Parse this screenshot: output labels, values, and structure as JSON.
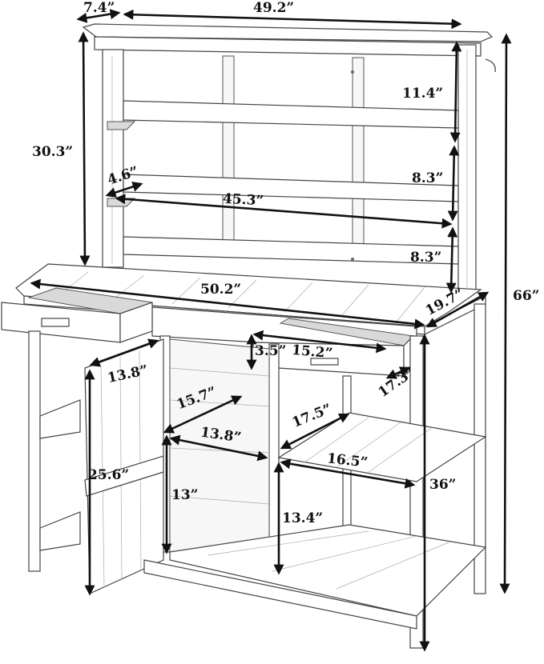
{
  "diagram": {
    "subject": "Potting bench with hutch shelves, two drawers, cabinet door and lower shelves",
    "units": "inches",
    "dimensions": {
      "hutch_depth": "7.4”",
      "hutch_width": "49.2”",
      "hutch_height": "30.3”",
      "top_shelf_gap": "11.4”",
      "middle_shelf_gap": "8.3”",
      "bottom_shelf_gap": "8.3”",
      "shelf_depth": "4.6”",
      "shelf_width": "45.3”",
      "tabletop_width": "50.2”",
      "tabletop_depth": "19.7”",
      "overall_height": "66”",
      "drawer_height": "3.5”",
      "drawer_width": "15.2”",
      "drawer_depth": "17.3”",
      "door_width": "13.8”",
      "door_height": "25.6”",
      "cabinet_depth": "15.7”",
      "cabinet_width": "13.8”",
      "cabinet_height": "13”",
      "open_shelf_depth": "17.5”",
      "open_shelf_width": "16.5”",
      "open_shelf_height": "13.4”",
      "table_height": "36”"
    },
    "colors": {
      "line": "#111111",
      "background": "#ffffff"
    }
  }
}
